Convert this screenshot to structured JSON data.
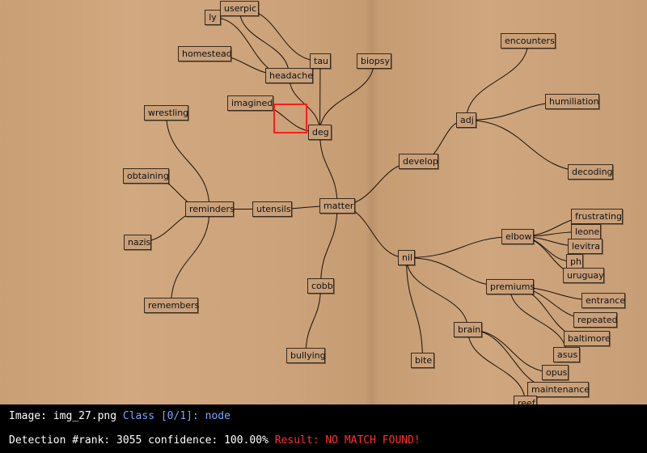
{
  "canvas": {
    "selection_color": "#ff1f1f",
    "edge_color": "#1a1008"
  },
  "nodes": [
    {
      "id": "ly",
      "label": "ly"
    },
    {
      "id": "userpic",
      "label": "userpic"
    },
    {
      "id": "homestead",
      "label": "homestead"
    },
    {
      "id": "headache",
      "label": "headache"
    },
    {
      "id": "tau",
      "label": "tau"
    },
    {
      "id": "biopsy",
      "label": "biopsy"
    },
    {
      "id": "encounters",
      "label": "encounters"
    },
    {
      "id": "imagined",
      "label": "imagined"
    },
    {
      "id": "wrestling",
      "label": "wrestling"
    },
    {
      "id": "deg",
      "label": "deg"
    },
    {
      "id": "adj",
      "label": "adj"
    },
    {
      "id": "humiliation",
      "label": "humiliation"
    },
    {
      "id": "develop",
      "label": "develop"
    },
    {
      "id": "decoding",
      "label": "decoding"
    },
    {
      "id": "obtaining",
      "label": "obtaining"
    },
    {
      "id": "reminders",
      "label": "reminders"
    },
    {
      "id": "utensils",
      "label": "utensils"
    },
    {
      "id": "matter",
      "label": "matter"
    },
    {
      "id": "frustrating",
      "label": "frustrating"
    },
    {
      "id": "leone",
      "label": "leone"
    },
    {
      "id": "elbow",
      "label": "elbow"
    },
    {
      "id": "levitra",
      "label": "levitra"
    },
    {
      "id": "nazis",
      "label": "nazis"
    },
    {
      "id": "nil",
      "label": "nil"
    },
    {
      "id": "ph",
      "label": "ph"
    },
    {
      "id": "uruguay",
      "label": "uruguay"
    },
    {
      "id": "premiums",
      "label": "premiums"
    },
    {
      "id": "cobb",
      "label": "cobb"
    },
    {
      "id": "entrance",
      "label": "entrance"
    },
    {
      "id": "remembers",
      "label": "remembers"
    },
    {
      "id": "repeated",
      "label": "repeated"
    },
    {
      "id": "brain",
      "label": "brain"
    },
    {
      "id": "baltimore",
      "label": "baltimore"
    },
    {
      "id": "bullying",
      "label": "bullying"
    },
    {
      "id": "asus",
      "label": "asus"
    },
    {
      "id": "bite",
      "label": "bite"
    },
    {
      "id": "opus",
      "label": "opus"
    },
    {
      "id": "maintenance",
      "label": "maintenance"
    },
    {
      "id": "reef",
      "label": "reef"
    }
  ],
  "edges": [
    [
      "ly",
      "headache"
    ],
    [
      "userpic",
      "headache"
    ],
    [
      "userpic",
      "tau"
    ],
    [
      "homestead",
      "headache"
    ],
    [
      "headache",
      "deg"
    ],
    [
      "tau",
      "deg"
    ],
    [
      "biopsy",
      "deg"
    ],
    [
      "imagined",
      "deg"
    ],
    [
      "deg",
      "matter"
    ],
    [
      "wrestling",
      "reminders"
    ],
    [
      "obtaining",
      "reminders"
    ],
    [
      "nazis",
      "reminders"
    ],
    [
      "remembers",
      "reminders"
    ],
    [
      "reminders",
      "utensils"
    ],
    [
      "utensils",
      "matter"
    ],
    [
      "matter",
      "develop"
    ],
    [
      "develop",
      "adj"
    ],
    [
      "adj",
      "encounters"
    ],
    [
      "adj",
      "humiliation"
    ],
    [
      "adj",
      "decoding"
    ],
    [
      "matter",
      "nil"
    ],
    [
      "matter",
      "cobb"
    ],
    [
      "cobb",
      "bullying"
    ],
    [
      "nil",
      "elbow"
    ],
    [
      "elbow",
      "frustrating"
    ],
    [
      "elbow",
      "leone"
    ],
    [
      "elbow",
      "levitra"
    ],
    [
      "elbow",
      "ph"
    ],
    [
      "elbow",
      "uruguay"
    ],
    [
      "nil",
      "premiums"
    ],
    [
      "premiums",
      "entrance"
    ],
    [
      "premiums",
      "repeated"
    ],
    [
      "premiums",
      "baltimore"
    ],
    [
      "premiums",
      "asus"
    ],
    [
      "nil",
      "brain"
    ],
    [
      "nil",
      "bite"
    ],
    [
      "brain",
      "opus"
    ],
    [
      "brain",
      "maintenance"
    ],
    [
      "brain",
      "reef"
    ]
  ],
  "status": {
    "image_label": "Image: img_27.png",
    "class_label": "Class [0/1]: node",
    "detection_label": "Detection #rank: 3055 confidence: 100.00%",
    "result_label": "Result: NO MATCH FOUND!"
  }
}
